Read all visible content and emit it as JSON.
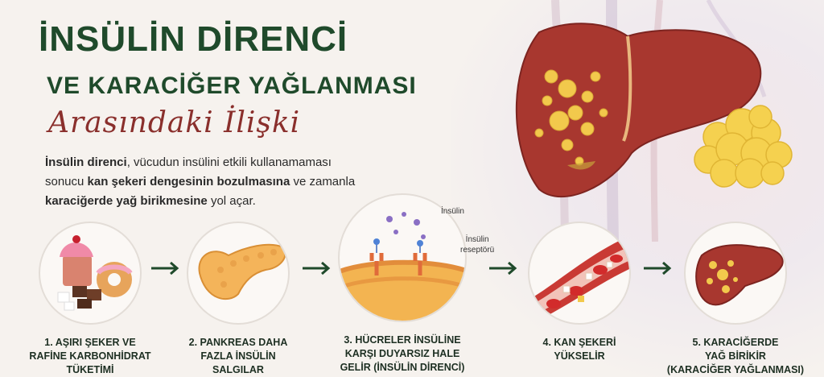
{
  "title": {
    "line1": "İNSÜLİN DİRENCİ",
    "line2": "VE KARACİĞER YAĞLANMASI",
    "line3": "Arasındaki İlişki"
  },
  "intro": {
    "b1": "İnsülin direnci",
    "t1": ", vücudun insülini etkili kullanamaması sonucu ",
    "b2": "kan şekeri dengesinin bozulmasına",
    "t2": " ve zamanla ",
    "b3": "karaciğerde yağ birikmesine",
    "t3": " yol açar."
  },
  "annotations": {
    "insulin": "İnsülin",
    "receptor_line1": "İnsülin",
    "receptor_line2": "reseptörü"
  },
  "steps": [
    {
      "line1": "1. AŞIRI ŞEKER VE",
      "line2": "RAFİNE KARBONHİDRAT",
      "line3": "TÜKETİMİ",
      "icon": "sweets-icon"
    },
    {
      "line1": "2. PANKREAS DAHA",
      "line2": "FAZLA İNSÜLİN",
      "line3": "SALGILAR",
      "icon": "pancreas-icon"
    },
    {
      "line1": "3. HÜCRELER İNSÜLİNE",
      "line2": "KARŞI DUYARSIZ HALE",
      "line3": "GELİR (İNSÜLİN DİRENCİ)",
      "icon": "cell-membrane-icon"
    },
    {
      "line1": "4. KAN ŞEKERİ",
      "line2": "YÜKSELİR",
      "line3": "",
      "icon": "blood-vessel-icon"
    },
    {
      "line1": "5. KARACİĞERDE",
      "line2": "YAĞ BİRİKİR",
      "line3": "(KARACİĞER YAĞLANMASI)",
      "icon": "fatty-liver-icon"
    }
  ],
  "colors": {
    "title_green": "#1f4a2b",
    "accent_red": "#8a2f2c",
    "liver": "#a8372f",
    "fat": "#f2c94c"
  }
}
